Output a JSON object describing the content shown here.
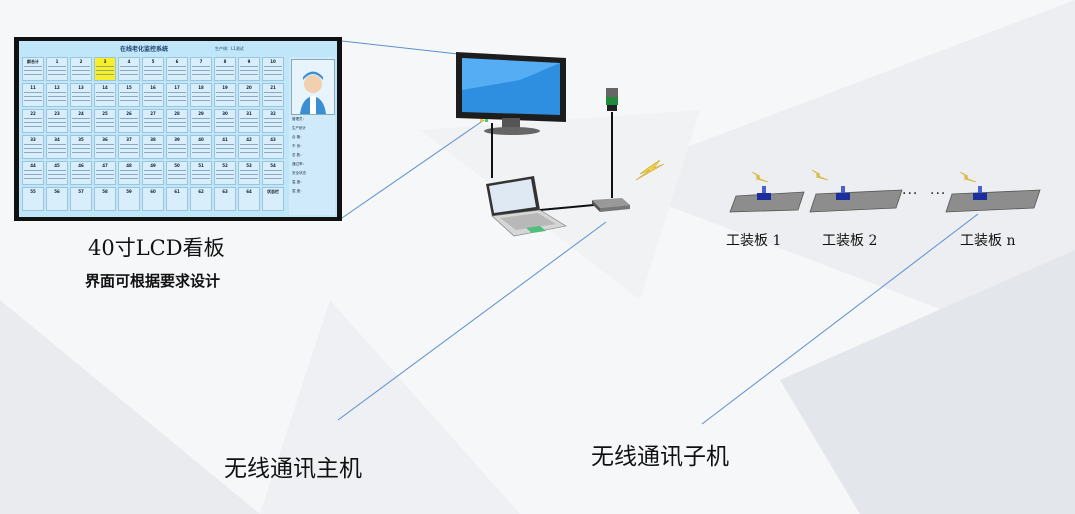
{
  "lcd": {
    "title": "在线老化监控系统",
    "line": "生产线：L1测试",
    "first_cell": "群合计",
    "cell_numbers": [
      "1",
      "2",
      "3",
      "4",
      "5",
      "6",
      "7",
      "8",
      "9",
      "10",
      "11",
      "12",
      "13",
      "14",
      "15",
      "16",
      "17",
      "18",
      "19",
      "20",
      "21",
      "22",
      "23",
      "24",
      "25",
      "26",
      "27",
      "28",
      "29",
      "30",
      "31",
      "32",
      "33",
      "34",
      "35",
      "36",
      "37",
      "38",
      "39",
      "40",
      "41",
      "42",
      "43",
      "44",
      "45",
      "46",
      "47",
      "48",
      "49",
      "50",
      "51",
      "52",
      "53",
      "54",
      "55",
      "56",
      "57",
      "58",
      "59",
      "60",
      "61",
      "62",
      "63",
      "64",
      "状态栏"
    ],
    "highlight_cell": "3",
    "side_labels": [
      "管理员：",
      "生产统计",
      "合 格：",
      "不 良：",
      "总 数：",
      "通过率：",
      "安全状态",
      "温 度：",
      "湿 度："
    ]
  },
  "labels": {
    "lcd": "40寸LCD看板",
    "ui": "界面可根据要求设计",
    "host": "无线通讯主机",
    "sub": "无线通讯子机",
    "board1": "工装板 1",
    "board2": "工装板 2",
    "boardn": "工装板 n",
    "dots1": "···",
    "dots2": "···"
  },
  "colors": {
    "connector": "#5b8fd0",
    "screen_bg": "#bfe6f9",
    "highlight": "#f6ef2a",
    "device_blue": "#1b2f9c",
    "bolt": "#f1d24a"
  }
}
